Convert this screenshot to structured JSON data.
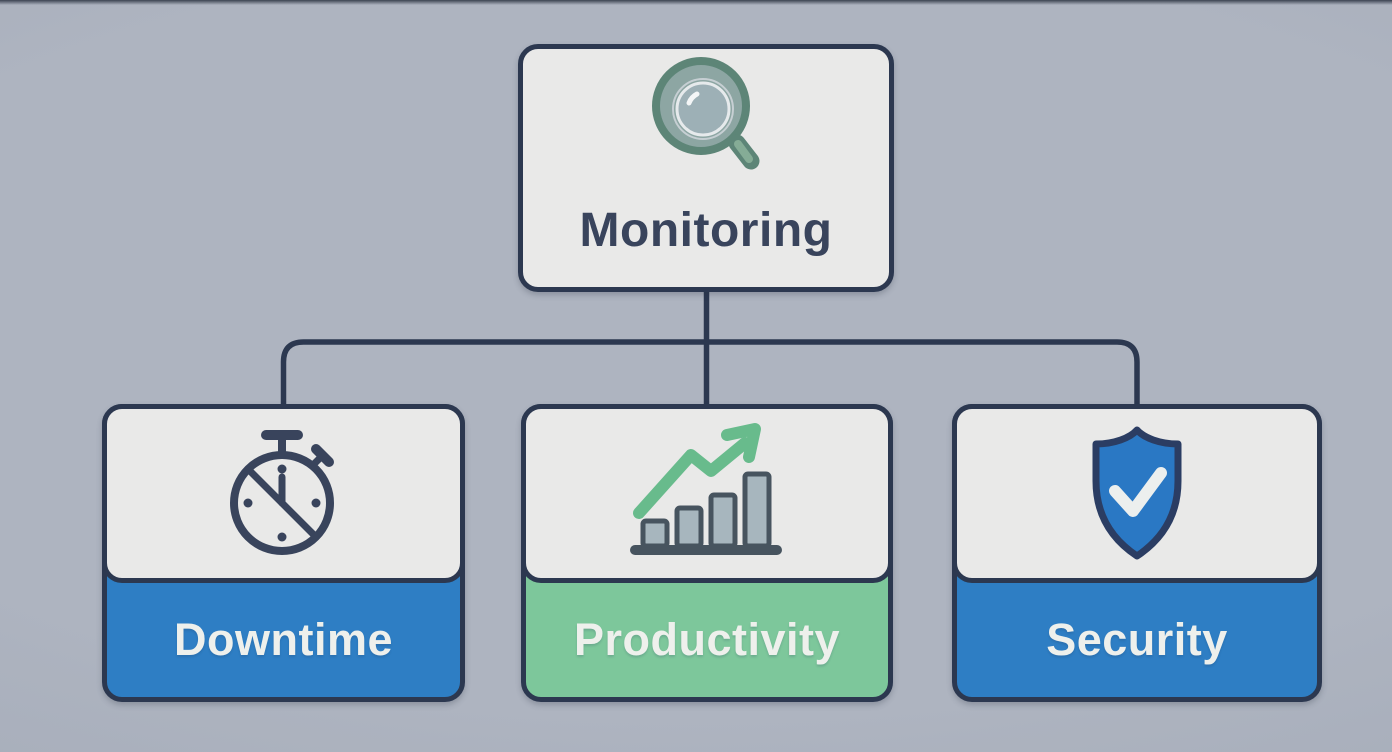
{
  "diagram": {
    "root": {
      "label": "Monitoring",
      "icon": "magnifier-icon"
    },
    "children": [
      {
        "label": "Downtime",
        "icon": "stopwatch-slash-icon",
        "band_color": "#2e7ec4"
      },
      {
        "label": "Productivity",
        "icon": "bar-chart-growth-icon",
        "band_color": "#7dc79b"
      },
      {
        "label": "Security",
        "icon": "shield-check-icon",
        "band_color": "#2e7ec4"
      }
    ],
    "colors": {
      "page_background": "#a9b0bd",
      "card_outline": "#2c3850",
      "card_panel": "#e9e9e8",
      "band_blue": "#2e7ec4",
      "band_green": "#7dc79b",
      "root_title_text": "#39445c",
      "band_text": "#eef0ec",
      "connector_line": "#2c3850",
      "magnifier_teal": "#5d8577",
      "magnifier_ring_fill": "#8da6a3",
      "magnifier_lens": "#9db0b6",
      "stopwatch_navy": "#39445c",
      "chart_bar_fill": "#a7b6be",
      "chart_bar_stroke": "#47545f",
      "chart_arrow_green": "#68bb8c",
      "shield_blue": "#2a78c4",
      "shield_outline": "#2b3d63",
      "check_white": "#ecefee"
    }
  }
}
